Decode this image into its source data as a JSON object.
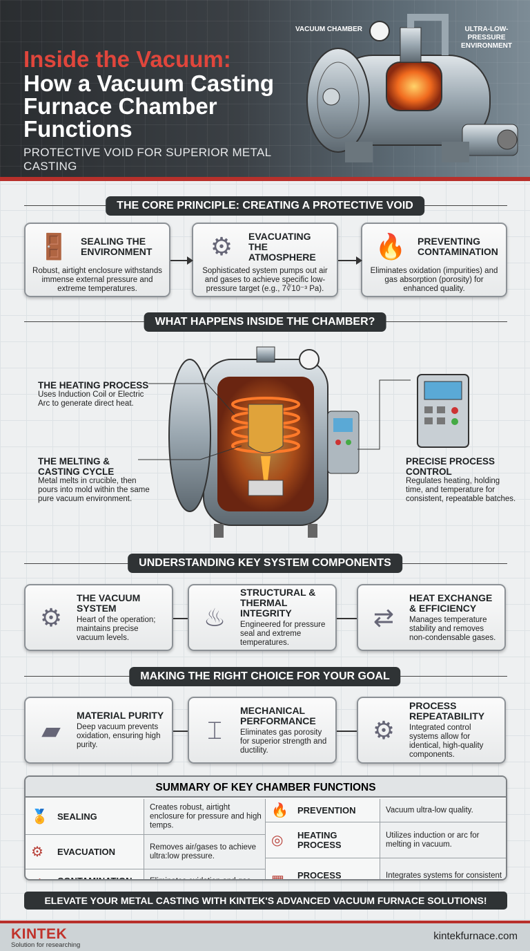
{
  "header": {
    "title_line1": "Inside the Vacuum:",
    "title_line2": "How a Vacuum Casting Furnace Chamber Functions",
    "subtitle": "PROTECTIVE VOID FOR SUPERIOR METAL CASTING",
    "callouts": [
      "VACUUM CHAMBER",
      "ULTRA-LOW-PRESSURE ENVIRONMENT"
    ]
  },
  "core_principle": {
    "title": "THE CORE PRINCIPLE: CREATING A PROTECTIVE VOID",
    "cards": [
      {
        "icon": "door-gauge-icon",
        "title": "SEALING THE ENVIRONMENT",
        "text": "Robust, airtight enclosure withstands immense external pressure and extreme temperatures."
      },
      {
        "icon": "pump-icon",
        "title": "EVACUATING THE ATMOSPHERE",
        "text": "Sophisticated system pumps out air and gases to achieve specific low-pressure target (e.g., 7∛10⁻³ Pa)."
      },
      {
        "icon": "flame-shield-icon",
        "title": "PREVENTING CONTAMINATION",
        "text": "Eliminates oxidation (impurities) and gas absorption (porosity) for enhanced quality."
      }
    ]
  },
  "inside": {
    "title": "WHAT HAPPENS INSIDE THE CHAMBER?",
    "labels": [
      {
        "title": "THE HEATING PROCESS",
        "text": "Uses Induction Coil or Electric Arc to generate direct heat."
      },
      {
        "title": "THE MELTING & CASTING CYCLE",
        "text": "Metal melts in crucible, then pours into mold within the same pure vacuum environment."
      },
      {
        "title": "PRECISE PROCESS CONTROL",
        "text": "Regulates heating, holding time, and temperature for consistent, repeatable batches."
      }
    ]
  },
  "components": {
    "title": "UNDERSTANDING KEY SYSTEM COMPONENTS",
    "cards": [
      {
        "icon": "valve-pump-icon",
        "title": "THE VACUUM SYSTEM",
        "text": "Heart of the operation; maintains precise vacuum levels."
      },
      {
        "icon": "frame-heat-icon",
        "title": "STRUCTURAL & THERMAL INTEGRITY",
        "text": "Engineered for pressure seal and extreme temperatures."
      },
      {
        "icon": "heat-exchanger-icon",
        "title": "HEAT EXCHANGE & EFFICIENCY",
        "text": "Manages temperature stability and removes non-condensable gases."
      }
    ]
  },
  "choice": {
    "title": "MAKING THE RIGHT CHOICE FOR YOUR GOAL",
    "cards": [
      {
        "icon": "ingot-icon",
        "title": "MATERIAL PURITY",
        "text": "Deep vacuum prevents oxidation, ensuring high purity."
      },
      {
        "icon": "i-beam-icon",
        "title": "MECHANICAL PERFORMANCE",
        "text": "Eliminates gas porosity for superior strength and ductility."
      },
      {
        "icon": "gears-icon",
        "title": "PROCESS REPEATABILITY",
        "text": "Integrated control systems allow for identical, high-quality components."
      }
    ]
  },
  "summary": {
    "title": "SUMMARY OF KEY CHAMBER FUNCTIONS",
    "left": [
      {
        "icon": "ribbon-badge-icon",
        "key": "SEALING",
        "value": "Creates robust, airtight enclosure for pressure and high temps."
      },
      {
        "icon": "motor-icon",
        "key": "EVACUATION",
        "value": "Removes air/gases to achieve ultra:low pressure."
      },
      {
        "icon": "shield-icon",
        "key": "CONTAMINATION PREVENTION",
        "value": "Eliminates oxidation and gas absorption."
      }
    ],
    "right": [
      {
        "icon": "flame-icon",
        "key": "PREVENTION",
        "value": "Vacuum ultra-low quality."
      },
      {
        "icon": "coil-icon",
        "key": "HEATING PROCESS",
        "value": "Utilizes induction or arc for melting in vacuum."
      },
      {
        "icon": "control-panel-icon",
        "key": "PROCESS CONTROL",
        "value": "Integrates systems for consistent cycles."
      }
    ]
  },
  "cta": "ELEVATE YOUR METAL CASTING WITH KINTEK'S ADVANCED VACUUM FURNACE SOLUTIONS!",
  "footer": {
    "logo": "KINTEK",
    "tagline": "Solution for researching",
    "website": "kintekfurnace.com"
  },
  "colors": {
    "accent_red": "#b8302b",
    "title_red": "#e0463c",
    "dark": "#2f3335"
  }
}
